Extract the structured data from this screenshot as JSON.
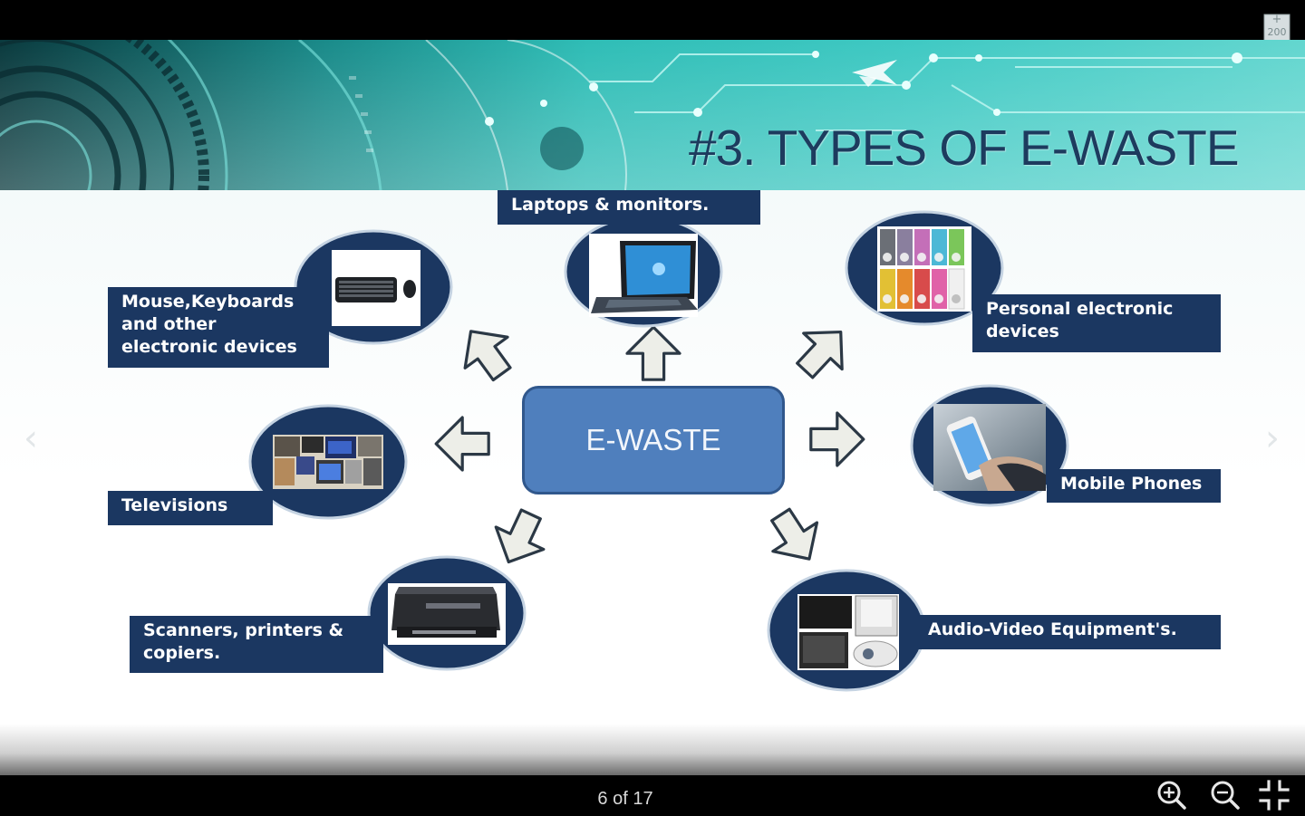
{
  "viewer": {
    "bookmark_plus": "+",
    "bookmark_count": "200",
    "page_indicator": "6 of 17",
    "prev_arrow": "‹",
    "next_arrow": "›"
  },
  "slide": {
    "title": "#3. TYPES OF E-WASTE",
    "center_label": "E-WASTE",
    "categories": [
      {
        "label": "Laptops & monitors.",
        "icon": "laptop-icon"
      },
      {
        "label": "Mouse,Keyboards\nand other\nelectronic devices",
        "icon": "keyboard-mouse-icon"
      },
      {
        "label": "Personal electronic\ndevices",
        "icon": "music-players-icon"
      },
      {
        "label": "Televisions",
        "icon": "televisions-icon"
      },
      {
        "label": "Mobile Phones",
        "icon": "mobile-phone-icon"
      },
      {
        "label": "Scanners, printers &\ncopiers.",
        "icon": "printer-icon"
      },
      {
        "label": "Audio-Video Equipment's.",
        "icon": "audio-video-icon"
      }
    ]
  },
  "colors": {
    "label_background": "#1b3761",
    "center_box": "#4f7fbd",
    "title_text": "#1d3b5e",
    "banner_teal": "#3fc9c3"
  },
  "toolbar_icons": [
    "zoom-in-icon",
    "zoom-out-icon",
    "exit-fullscreen-icon"
  ]
}
